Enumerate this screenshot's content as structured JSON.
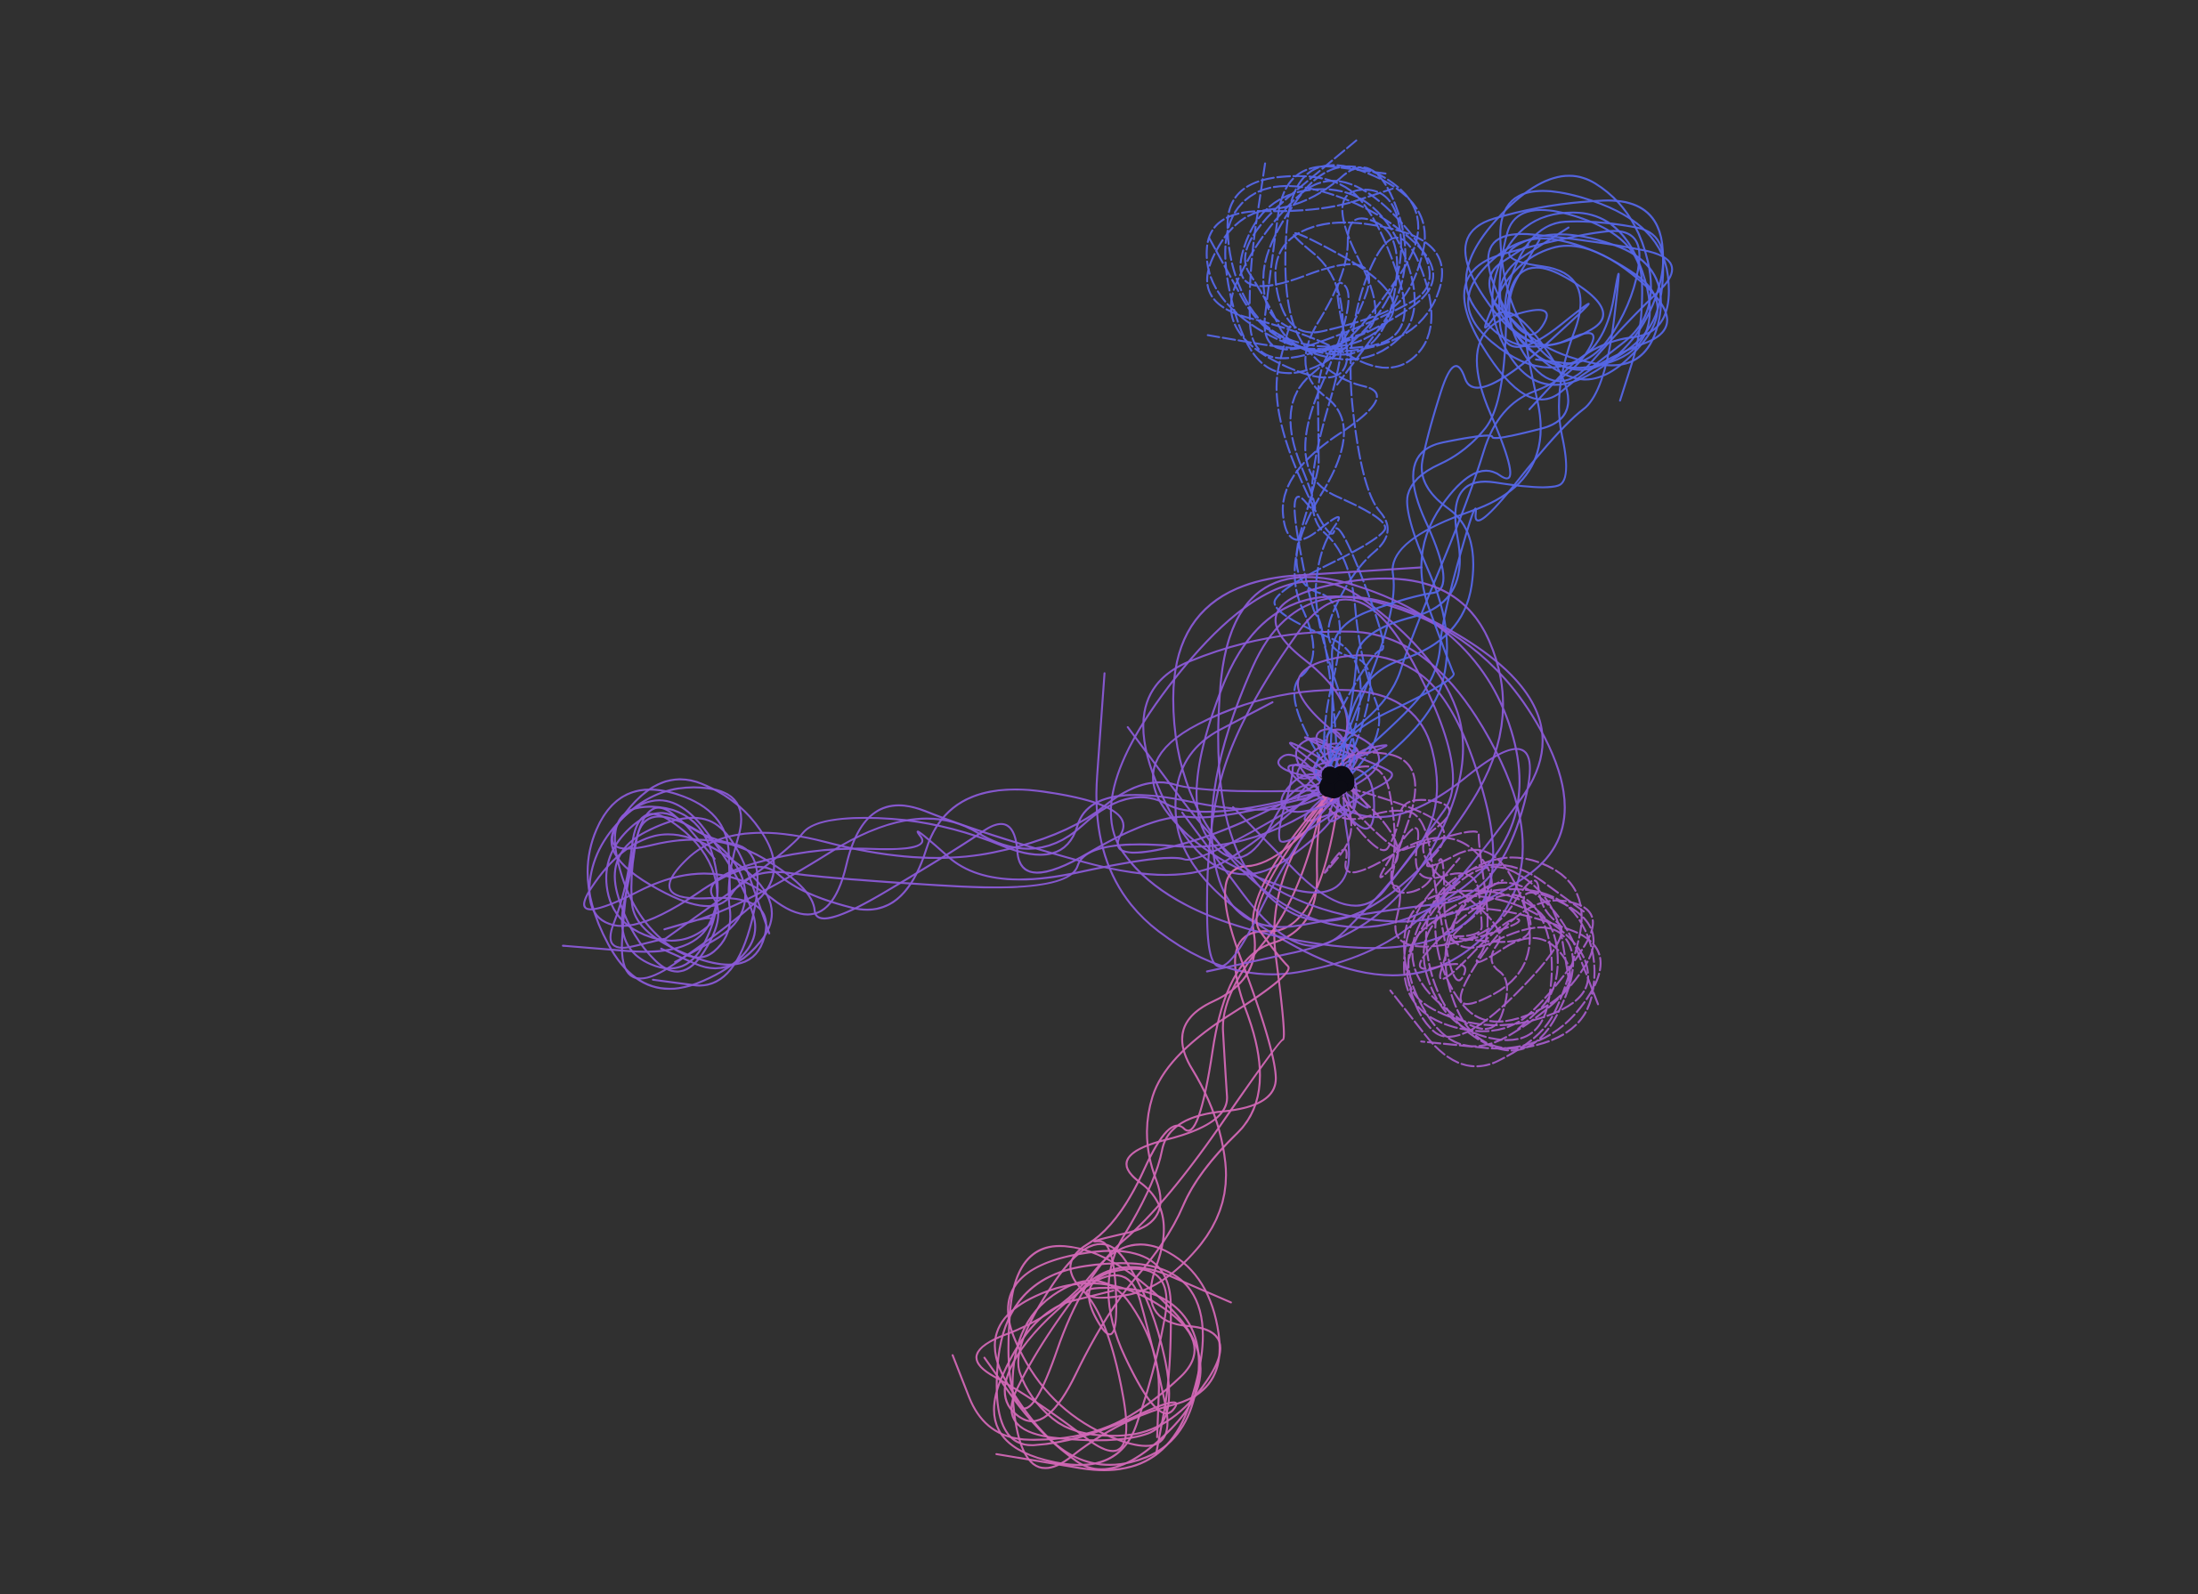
{
  "scene": {
    "background_color": "#303030",
    "palette": {
      "blue": "#5566e6",
      "violet": "#8a5ad6",
      "purple": "#a45cc8",
      "pink": "#d267b5",
      "hub": "#0b0b14"
    },
    "strand_count": 46,
    "cluster_names": [
      "top",
      "top-right",
      "left",
      "right",
      "bottom",
      "center"
    ]
  }
}
